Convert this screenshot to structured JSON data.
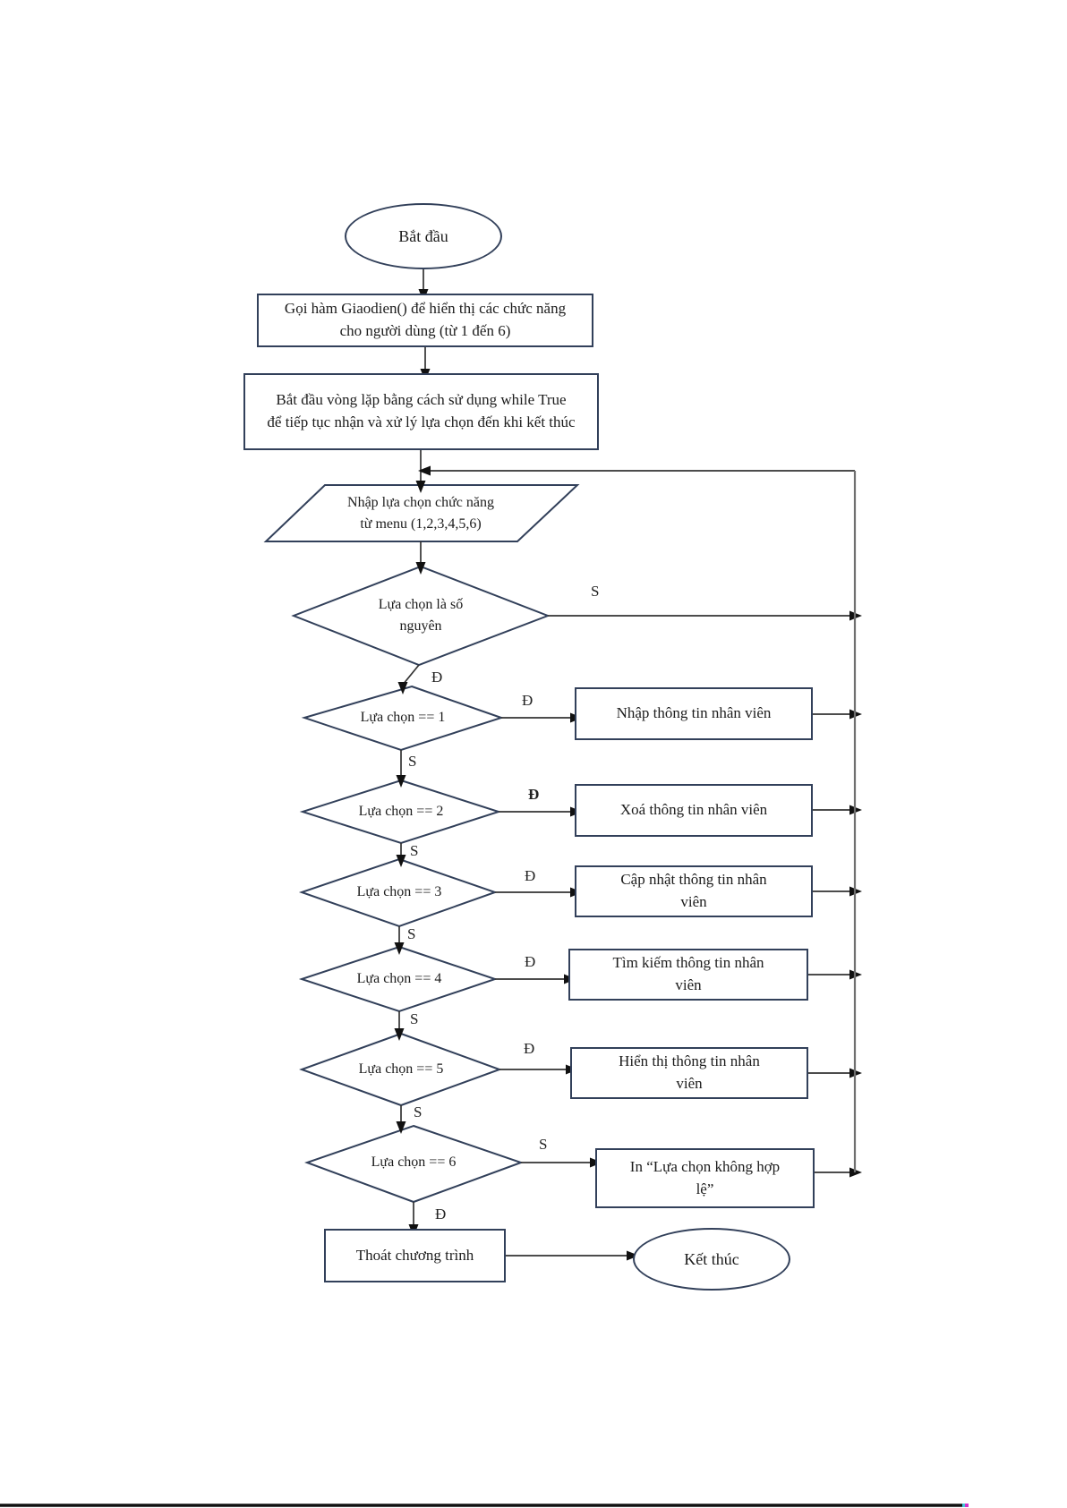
{
  "diagram": {
    "decision_labels": {
      "t": "Đ",
      "f": "S"
    },
    "nodes": {
      "start": "Bắt đầu",
      "call_giaodien": "Gọi hàm Giaodien() để hiển thị các chức năng\ncho người dùng (từ 1 đến 6)",
      "while_loop": "Bắt đầu vòng lặp bằng cách sử dụng while True\nđể tiếp tục nhận và xử lý lựa chọn đến khi kết thúc",
      "input_choice": "Nhập lựa chọn chức năng\ntừ menu (1,2,3,4,5,6)",
      "check_integer": "Lựa chọn là số\nnguyên",
      "check1": "Lựa chọn == 1",
      "action1": "Nhập thông tin nhân viên",
      "check2": "Lựa chọn == 2",
      "action2": "Xoá thông tin nhân viên",
      "check3": "Lựa chọn == 3",
      "action3": "Cập nhật thông tin nhân\nviên",
      "check4": "Lựa chọn == 4",
      "action4": "Tìm kiếm thông tin nhân\nviên",
      "check5": "Lựa chọn == 5",
      "action5": "Hiển thị thông tin nhân\nviên",
      "check6": "Lựa chọn == 6",
      "action6": "In “Lựa chọn không hợp\nlệ”",
      "exit": "Thoát chương trình",
      "end": "Kết thúc"
    },
    "colors": {
      "shape_stroke": "#32405a",
      "connector": "#333333",
      "collector_line": "#6f6f6f",
      "bottom_rule": "#101010"
    }
  }
}
